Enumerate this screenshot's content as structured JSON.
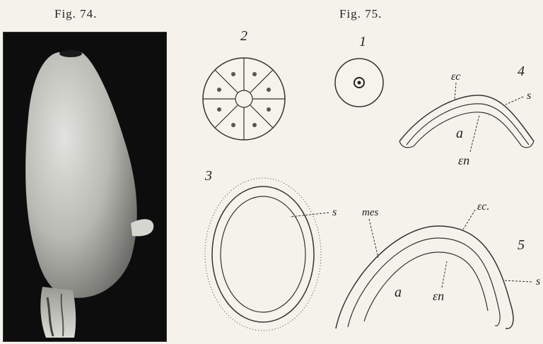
{
  "figures": {
    "fig74": {
      "title": "Fig. 74."
    },
    "fig75": {
      "title": "Fig. 75.",
      "stage_numbers": [
        "1",
        "2",
        "3",
        "4",
        "5"
      ],
      "labels": {
        "ec4": "εc",
        "s4": "s",
        "a4": "a",
        "en4": "εn",
        "s3": "s",
        "mes": "mes",
        "ec5": "εc.",
        "s5": "s",
        "a5": "a",
        "en5": "εn"
      }
    }
  },
  "colors": {
    "paper": "#f4f2ea",
    "ink": "#222222",
    "photo_bg": "#0d0d0d"
  }
}
